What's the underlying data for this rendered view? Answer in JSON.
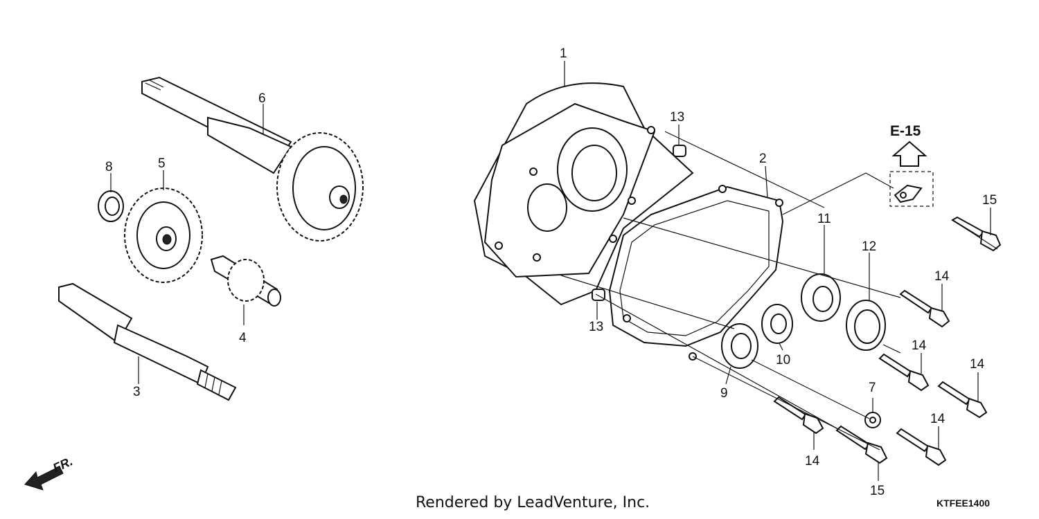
{
  "callouts": {
    "c1": "1",
    "c2": "2",
    "c3": "3",
    "c4": "4",
    "c5": "5",
    "c6": "6",
    "c7": "7",
    "c8": "8",
    "c9": "9",
    "c10": "10",
    "c11": "11",
    "c12": "12",
    "c13a": "13",
    "c13b": "13",
    "c14a": "14",
    "c14b": "14",
    "c14c": "14",
    "c14d": "14",
    "c14e": "14",
    "c15a": "15",
    "c15b": "15"
  },
  "reference": {
    "label": "E-15"
  },
  "direction": {
    "label": "FR."
  },
  "footer": {
    "credit": "Rendered by LeadVenture, Inc.",
    "code": "KTFEE1400"
  }
}
